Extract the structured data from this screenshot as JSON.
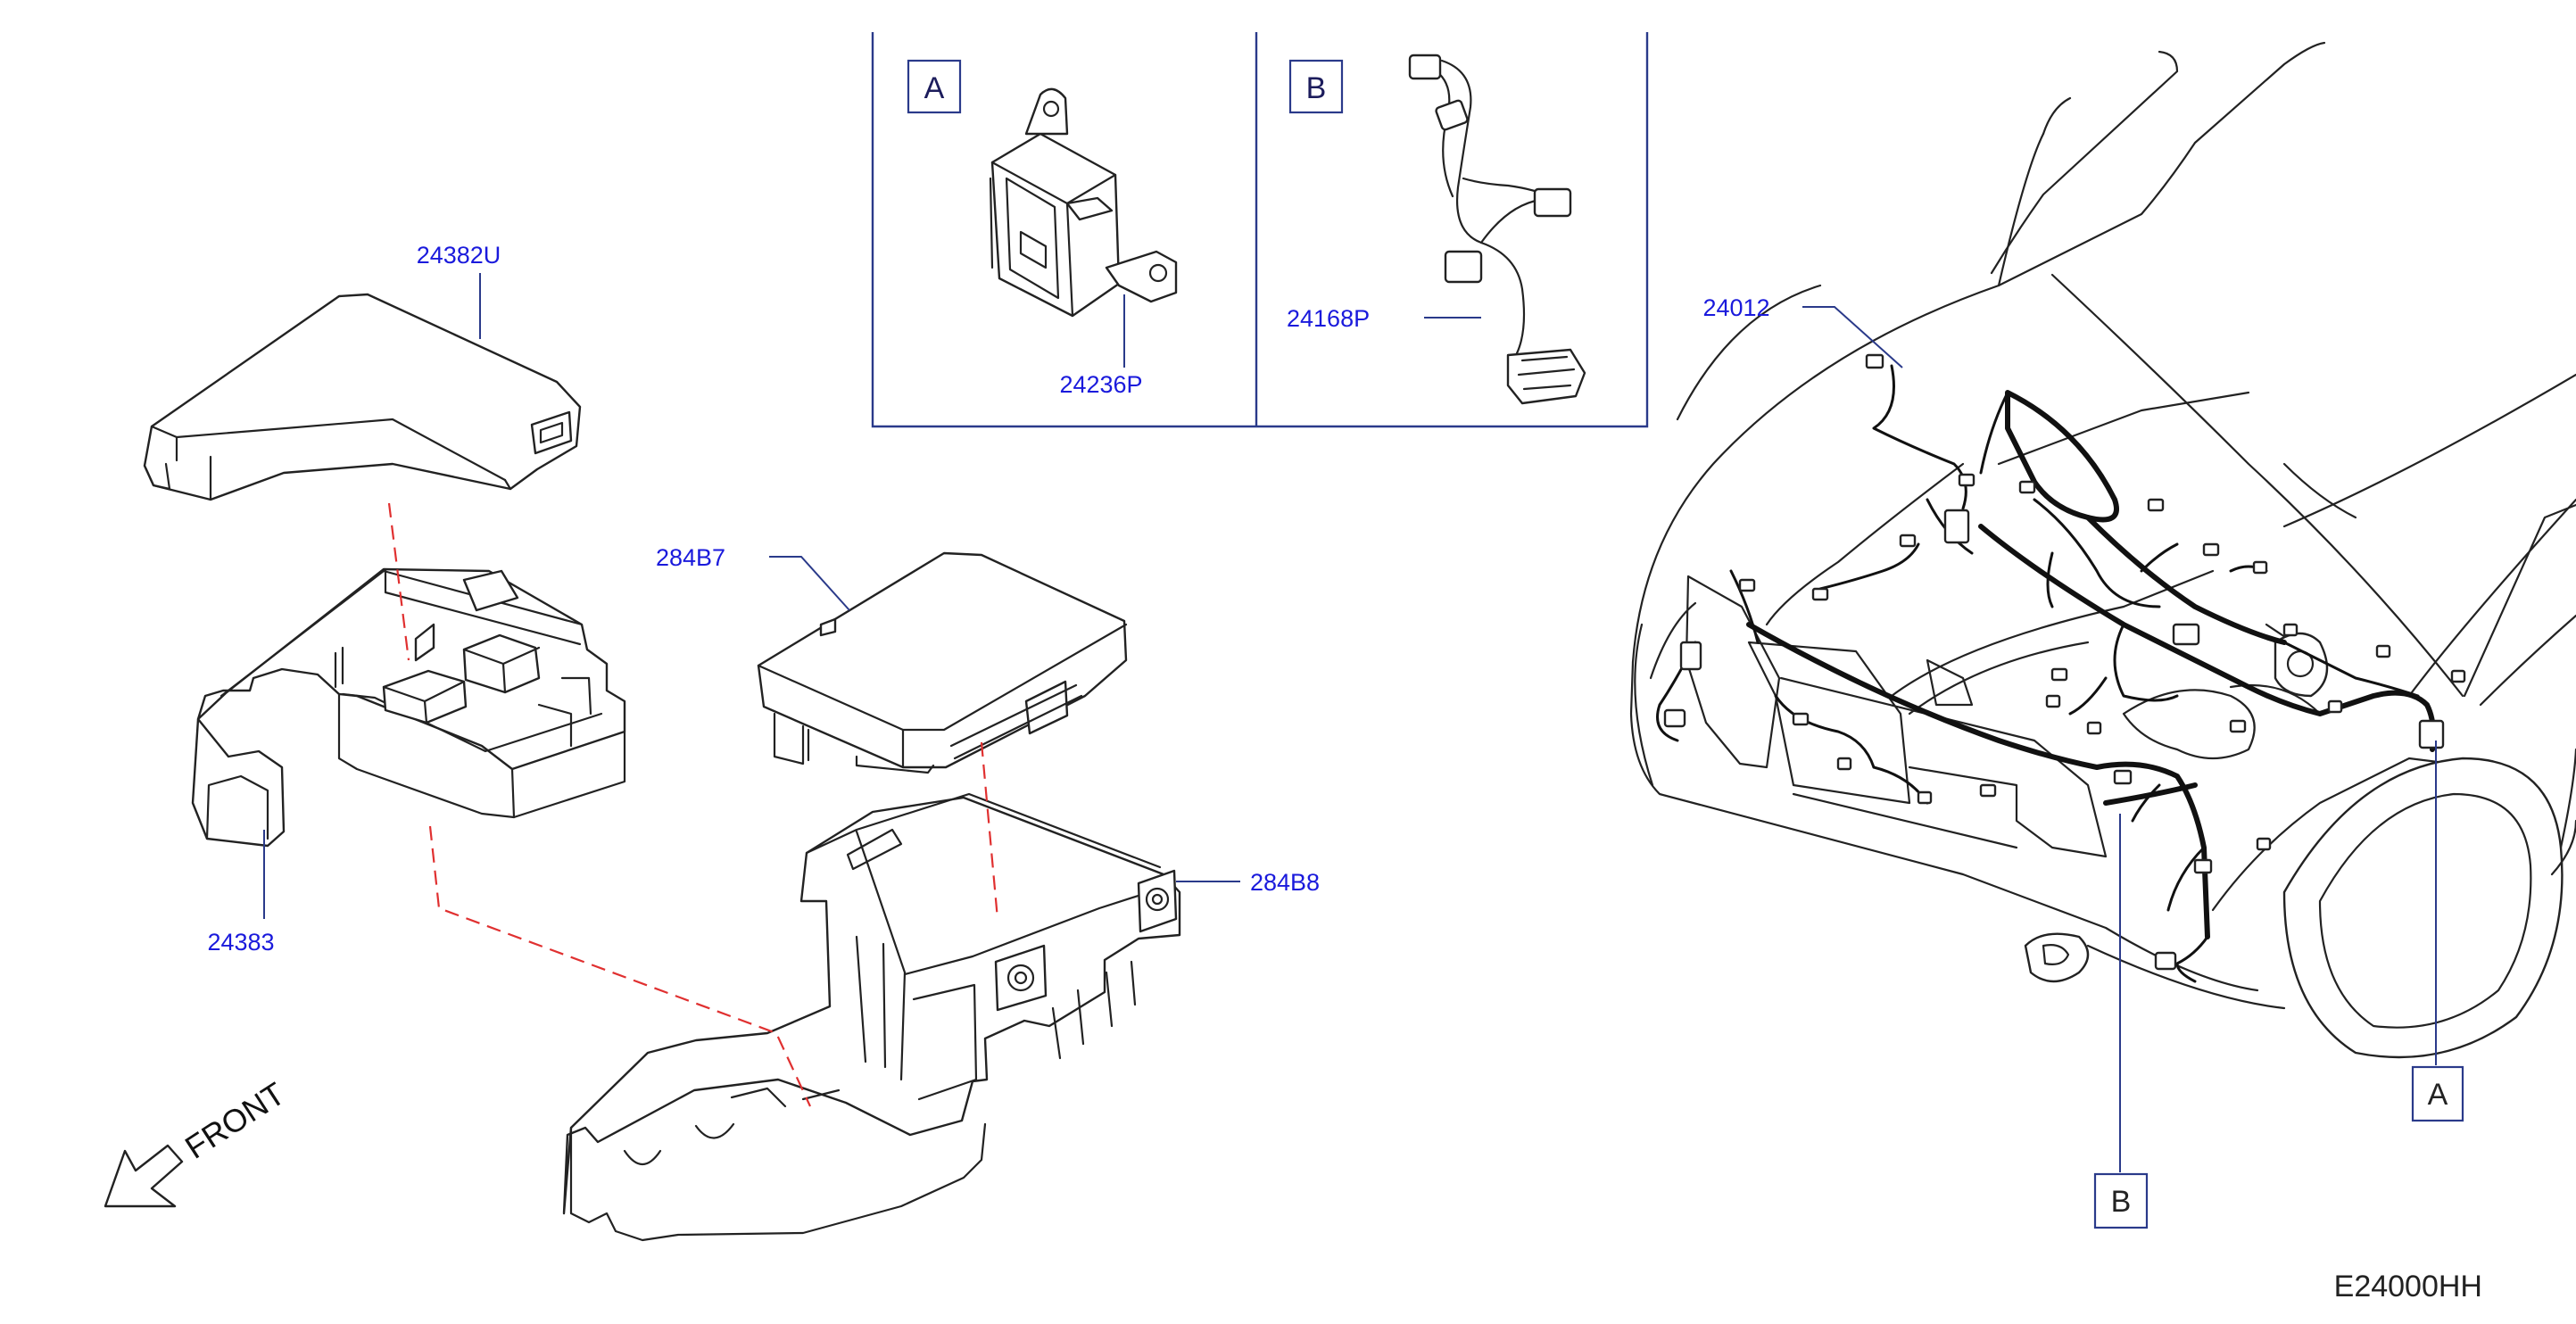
{
  "inset_a": {
    "letter": "A",
    "part": "24236P"
  },
  "inset_b": {
    "letter": "B",
    "part": "24168P"
  },
  "parts": {
    "p24382U": "24382U",
    "p24383": "24383",
    "p284B7": "284B7",
    "p284B8": "284B8",
    "p24012": "24012"
  },
  "callouts": {
    "a": "A",
    "b": "B"
  },
  "direction": {
    "label": "FRONT"
  },
  "diagram_code": "E24000HH",
  "colors": {
    "part_text": "#1a1adc",
    "leader": "#2a3a8a",
    "dashed_guide": "#e03030",
    "outline": "#222222"
  }
}
